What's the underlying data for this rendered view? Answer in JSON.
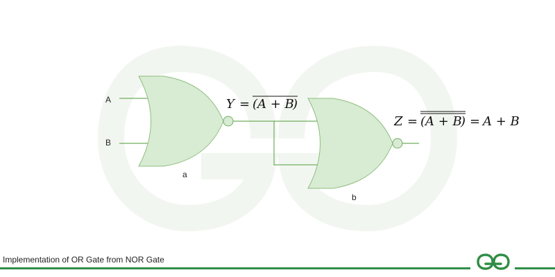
{
  "inputs": {
    "a": "A",
    "b": "B"
  },
  "gates": [
    {
      "label": "a",
      "type": "NOR"
    },
    {
      "label": "b",
      "type": "NOR"
    }
  ],
  "equations": {
    "y": {
      "lhs": "Y",
      "expr": "A + B",
      "overbars": 1
    },
    "z": {
      "lhs": "Z",
      "expr": "A + B",
      "overbars": 2,
      "result": "A + B"
    }
  },
  "caption": "Implementation of OR Gate from NOR Gate",
  "colors": {
    "gate_fill": "#d8ebd3",
    "gate_stroke": "#8ebf7e",
    "wire": "#6fae5e",
    "brand": "#2f8d46",
    "watermark": "#f1f6ef"
  },
  "logo": {
    "icon": "geeksforgeeks-logo"
  }
}
